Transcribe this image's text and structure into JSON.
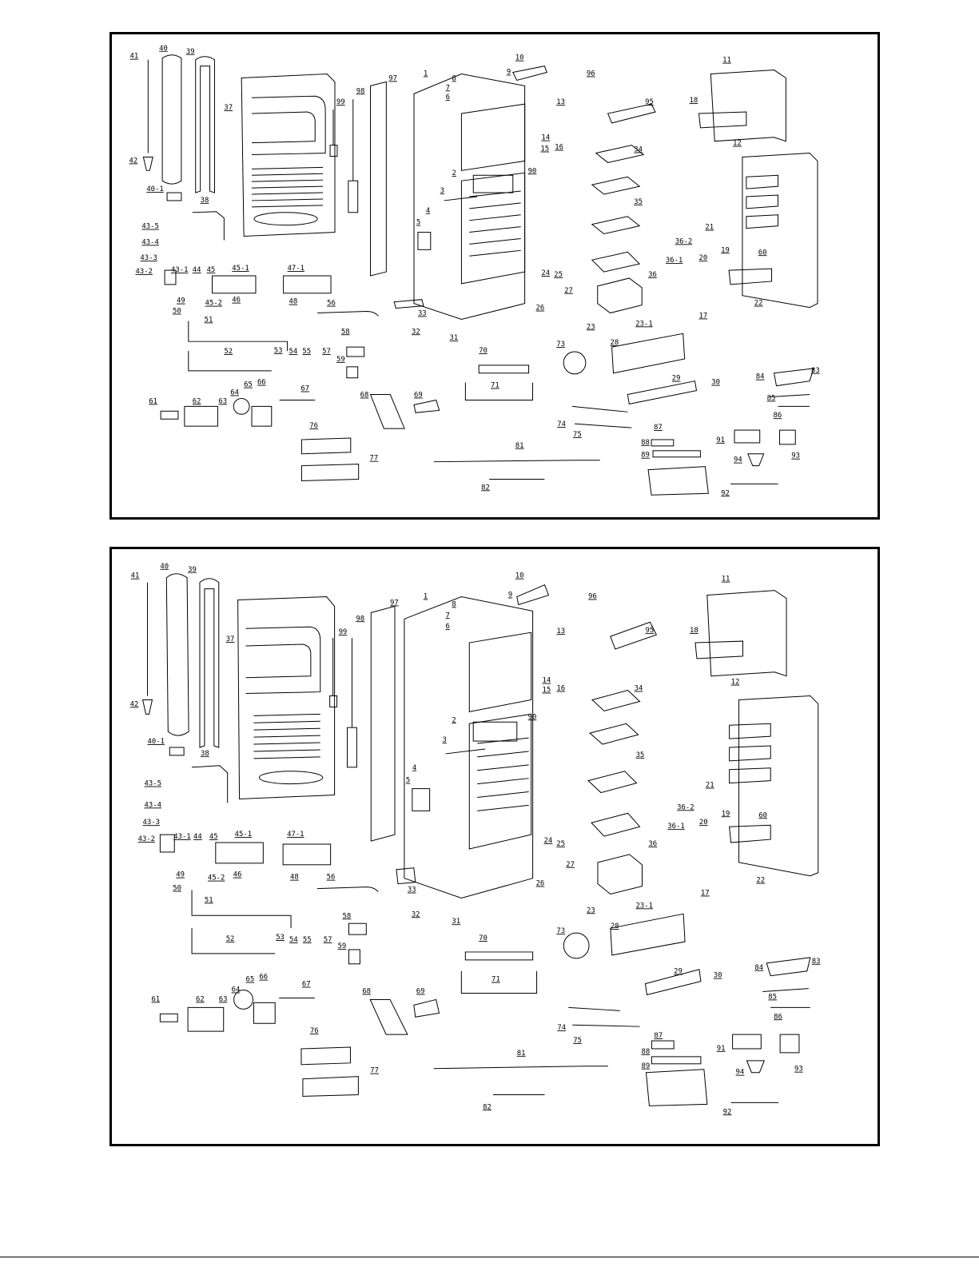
{
  "diagram": {
    "type": "exploded-parts-view",
    "panels": [
      {
        "id": "top",
        "labels": [
          "1",
          "2",
          "3",
          "4",
          "5",
          "6",
          "7",
          "8",
          "9",
          "10",
          "11",
          "12",
          "13",
          "14",
          "15",
          "16",
          "17",
          "18",
          "19",
          "20",
          "21",
          "22",
          "23",
          "23-1",
          "24",
          "25",
          "26",
          "27",
          "28",
          "29",
          "30",
          "31",
          "32",
          "33",
          "34",
          "35",
          "36",
          "36-1",
          "36-2",
          "37",
          "38",
          "39",
          "40",
          "40-1",
          "41",
          "42",
          "43-2",
          "43-3",
          "43-4",
          "43-5",
          "43-1",
          "44",
          "45",
          "45-1",
          "45-2",
          "46",
          "47-1",
          "48",
          "49",
          "50",
          "51",
          "52",
          "53",
          "54",
          "55",
          "56",
          "57",
          "58",
          "59",
          "60",
          "61",
          "62",
          "63",
          "64",
          "65",
          "66",
          "67",
          "68",
          "69",
          "70",
          "71",
          "73",
          "74",
          "75",
          "76",
          "77",
          "81",
          "82",
          "83",
          "84",
          "85",
          "86",
          "87",
          "88",
          "89",
          "90",
          "91",
          "92",
          "93",
          "94",
          "95",
          "96",
          "97",
          "98",
          "99"
        ]
      },
      {
        "id": "bottom",
        "labels": [
          "1",
          "2",
          "3",
          "4",
          "5",
          "6",
          "7",
          "8",
          "9",
          "10",
          "11",
          "12",
          "13",
          "14",
          "15",
          "16",
          "17",
          "18",
          "19",
          "20",
          "21",
          "22",
          "23",
          "23-1",
          "24",
          "25",
          "26",
          "27",
          "28",
          "29",
          "30",
          "31",
          "32",
          "33",
          "34",
          "35",
          "36",
          "36-1",
          "36-2",
          "37",
          "38",
          "39",
          "40",
          "40-1",
          "41",
          "42",
          "43-2",
          "43-3",
          "43-4",
          "43-5",
          "43-1",
          "44",
          "45",
          "45-1",
          "45-2",
          "46",
          "47-1",
          "48",
          "49",
          "50",
          "51",
          "52",
          "53",
          "54",
          "55",
          "56",
          "57",
          "58",
          "59",
          "60",
          "61",
          "62",
          "63",
          "64",
          "65",
          "66",
          "67",
          "68",
          "69",
          "70",
          "71",
          "73",
          "74",
          "75",
          "76",
          "77",
          "81",
          "82",
          "83",
          "84",
          "85",
          "86",
          "87",
          "88",
          "89",
          "90",
          "91",
          "92",
          "93",
          "94",
          "95",
          "96",
          "97",
          "98",
          "99"
        ]
      }
    ]
  }
}
